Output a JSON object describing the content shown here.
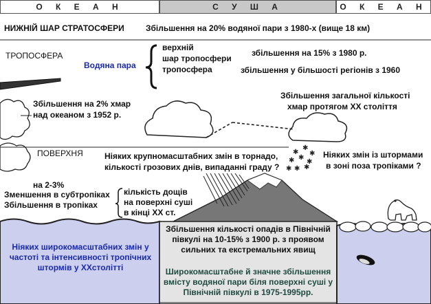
{
  "header": {
    "left_ocean": "О К Е А Н",
    "land": "С У Ш А",
    "right_ocean": "О К Е А Н"
  },
  "stratosphere": {
    "label": "НИЖНІЙ ШАР СТРАТОСФЕРИ",
    "trend": "Збільшення на 20%  водяної пари з 1980-х (вище 18 км)"
  },
  "troposphere": {
    "label": "ТРОПОСФЕРА",
    "water_vapour": "Водяна пара",
    "levels": [
      "верхній",
      "шар тропосфери",
      "тропосфера"
    ],
    "trend_upper": "збільшення на 15% з 1980 р.",
    "trend_lower": "збільшення у більшості регіонів з 1960"
  },
  "clouds": {
    "ocean_line1": "Збільшення на 2% хмар",
    "ocean_line2": "над океаном з 1952 р.",
    "total_line1": "Збільшення загальної кількості",
    "total_line2": "хмар протягом ХХ століття"
  },
  "surface": {
    "label": "ПОВЕРХНЯ",
    "tornado_line1": "Ніяких крупномасштабних змін в торнадо,",
    "tornado_line2": "кількості грозових днів, випаданні граду ?",
    "storms_line1": "Ніяких змін із штормами",
    "storms_line2": "в зоні поза тропіками ?",
    "subtropics": [
      "на 2-3%",
      "Зменшення в субтропіках",
      "Збільшення в тропіках"
    ],
    "rainfall": [
      "кількість дощів",
      "на поверхні суші",
      "в кінці ХХ ст."
    ]
  },
  "ocean_note": [
    "Ніяких широкомасштабних змін у",
    "частоті та інтенсивності тропічних",
    "штормів у ХХстолітті"
  ],
  "land_note": {
    "precip": [
      "Збільшення кількості опадів в Північній",
      "півкулі на 10-15% з 1900 р. з проявом",
      "сильних та екстремальних явищ"
    ],
    "vapour": [
      "Широкомасштабне й значне збільшення",
      "вмісту водяної пари біля поверхні суші у",
      "Північній півкулі в 1975-1995рр."
    ]
  },
  "colors": {
    "ocean_fill": "#ccd0ee",
    "land_fill": "#e4e4e4",
    "blue_text": "#1a2aa8",
    "green_text": "#1f4a3f"
  }
}
